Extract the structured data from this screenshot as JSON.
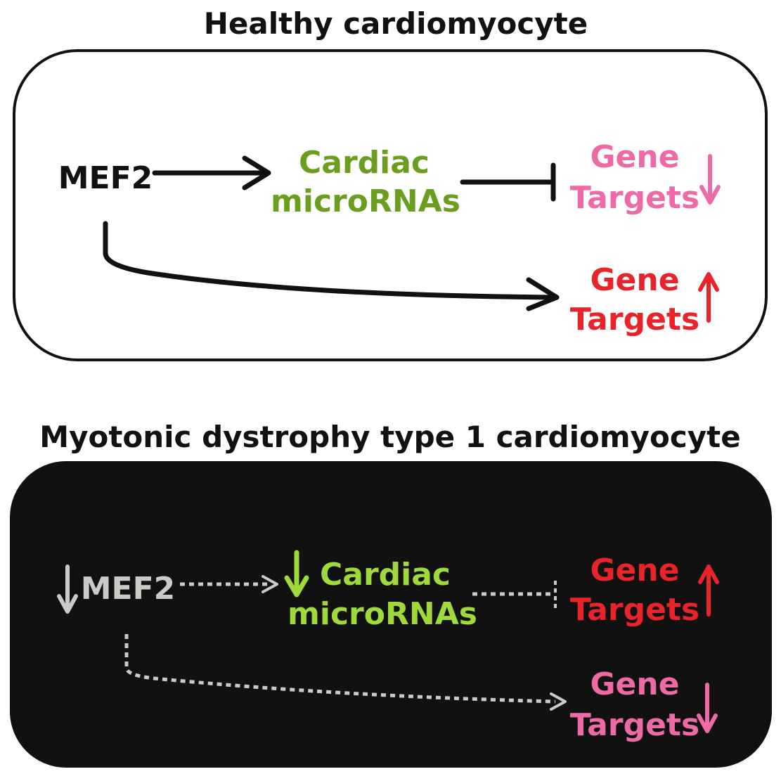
{
  "panels": {
    "healthy": {
      "title": "Healthy cardiomyocyte",
      "mef2": "MEF2",
      "mirna_line1": "Cardiac",
      "mirna_line2": "microRNAs",
      "targets_repressed": {
        "line1": "Gene",
        "line2": "Targets",
        "direction": "down"
      },
      "targets_activated": {
        "line1": "Gene",
        "line2": "Targets",
        "direction": "up"
      }
    },
    "dm1": {
      "title": "Myotonic dystrophy type 1 cardiomyocyte",
      "mef2": "MEF2",
      "mef2_direction": "down",
      "mirna_line1": "Cardiac",
      "mirna_line2": "microRNAs",
      "mirna_direction": "down",
      "targets_repressed": {
        "line1": "Gene",
        "line2": "Targets",
        "direction": "up"
      },
      "targets_activated": {
        "line1": "Gene",
        "line2": "Targets",
        "direction": "down"
      }
    }
  },
  "colors": {
    "black": "#111111",
    "mirna_healthy": "#6a9e1f",
    "mirna_dm1": "#9fd93a",
    "pink": "#ee6aa7",
    "red": "#e8232a",
    "gray": "#c8cbc6",
    "dark_panel": "#111111"
  }
}
